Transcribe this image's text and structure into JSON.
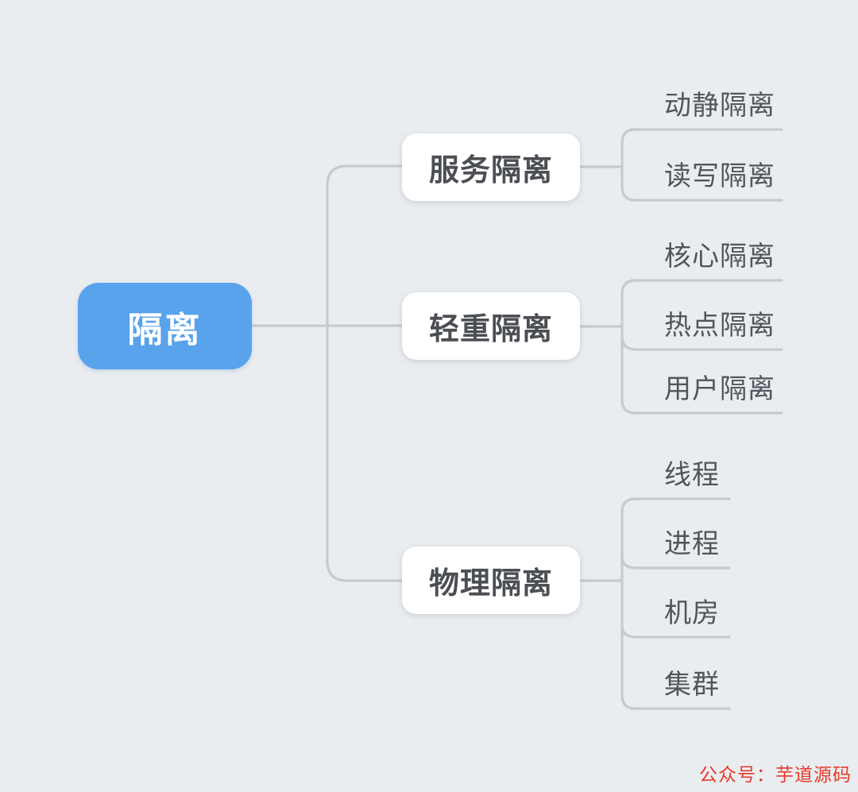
{
  "diagram": {
    "type": "mindmap",
    "root": {
      "label": "隔离",
      "fill_color": "#59a2ec",
      "text_color": "#ffffff"
    },
    "branches": [
      {
        "label": "服务隔离",
        "children": [
          {
            "label": "动静隔离"
          },
          {
            "label": "读写隔离"
          }
        ]
      },
      {
        "label": "轻重隔离",
        "children": [
          {
            "label": "核心隔离"
          },
          {
            "label": "热点隔离"
          },
          {
            "label": "用户隔离"
          }
        ]
      },
      {
        "label": "物理隔离",
        "children": [
          {
            "label": "线程"
          },
          {
            "label": "进程"
          },
          {
            "label": "机房"
          },
          {
            "label": "集群"
          }
        ]
      }
    ],
    "colors": {
      "background": "#eaedf0",
      "connector": "#c6cad0",
      "branch_box_fill": "#ffffff",
      "branch_text": "#4b4e53",
      "leaf_text": "#51565d"
    }
  },
  "watermark": {
    "label": "公众号：芋道源码",
    "color": "#e8382c"
  }
}
